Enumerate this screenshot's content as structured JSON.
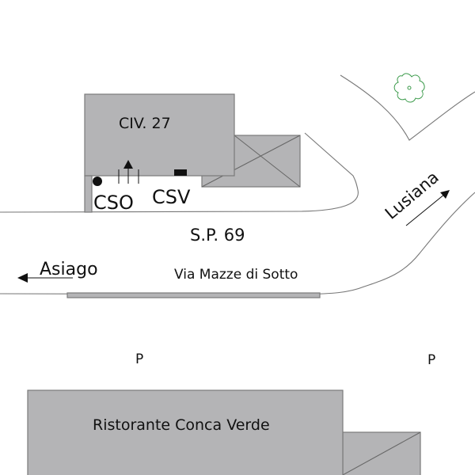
{
  "buildings": {
    "house_label": "CIV. 27",
    "restaurant_label": "Ristorante Conca Verde"
  },
  "markers": {
    "cso_label": "CSO",
    "csv_label": "CSV"
  },
  "roads": {
    "road_number": "S.P. 69",
    "street_name": "Via Mazze di Sotto",
    "direction_west": "Asiago",
    "direction_northeast": "Lusiana"
  },
  "parking": [
    "P",
    "P"
  ],
  "colors": {
    "building_fill": "#b4b4b6",
    "tree": "#3a9a4a",
    "road_line": "#777777"
  }
}
